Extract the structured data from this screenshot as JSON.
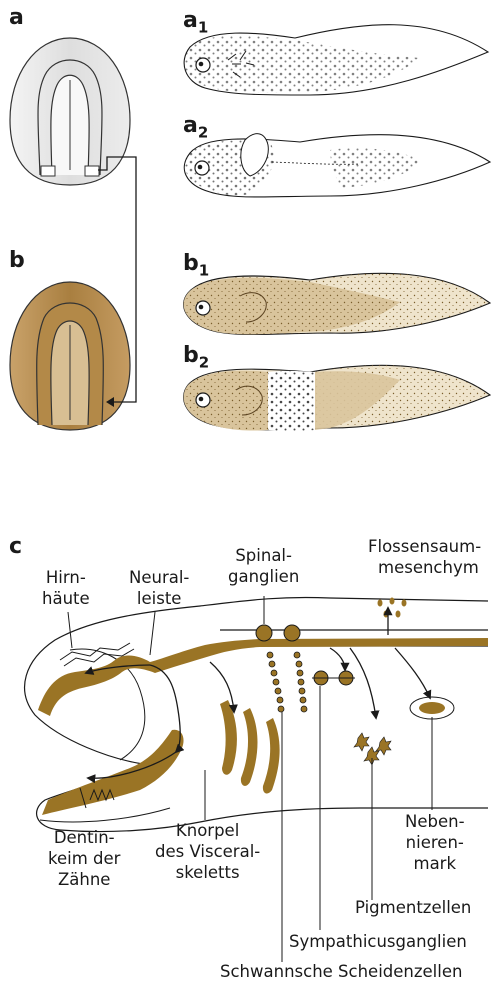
{
  "panels": {
    "a": "a",
    "a1": "a",
    "a1_sub": "1",
    "a2": "a",
    "a2_sub": "2",
    "b": "b",
    "b1": "b",
    "b1_sub": "1",
    "b2": "b",
    "b2_sub": "2",
    "c": "c"
  },
  "labels": {
    "hirnhaeute": [
      "Hirn-",
      "häute"
    ],
    "neuralleiste": [
      "Neural-",
      "leiste"
    ],
    "spinalganglien": [
      "Spinal-",
      "ganglien"
    ],
    "flossensaum": [
      "Flossensaum-",
      "mesenchym"
    ],
    "dentinkeim": [
      "Dentin-",
      "keim der",
      "Zähne"
    ],
    "knorpel": [
      "Knorpel",
      "des Visceral-",
      "skeletts"
    ],
    "nebennierenmark": [
      "Neben-",
      "nieren-",
      "mark"
    ],
    "pigmentzellen": "Pigmentzellen",
    "sympathicusganglien": "Sympathicusganglien",
    "schwannsche": "Schwannsche Scheidenzellen"
  },
  "colors": {
    "crest_brown": "#9a7425",
    "tan": "#d9c49c",
    "tan_light": "#efe4cc",
    "embryo_gray": "#e4e4e4",
    "outline": "#1a1a1a"
  }
}
